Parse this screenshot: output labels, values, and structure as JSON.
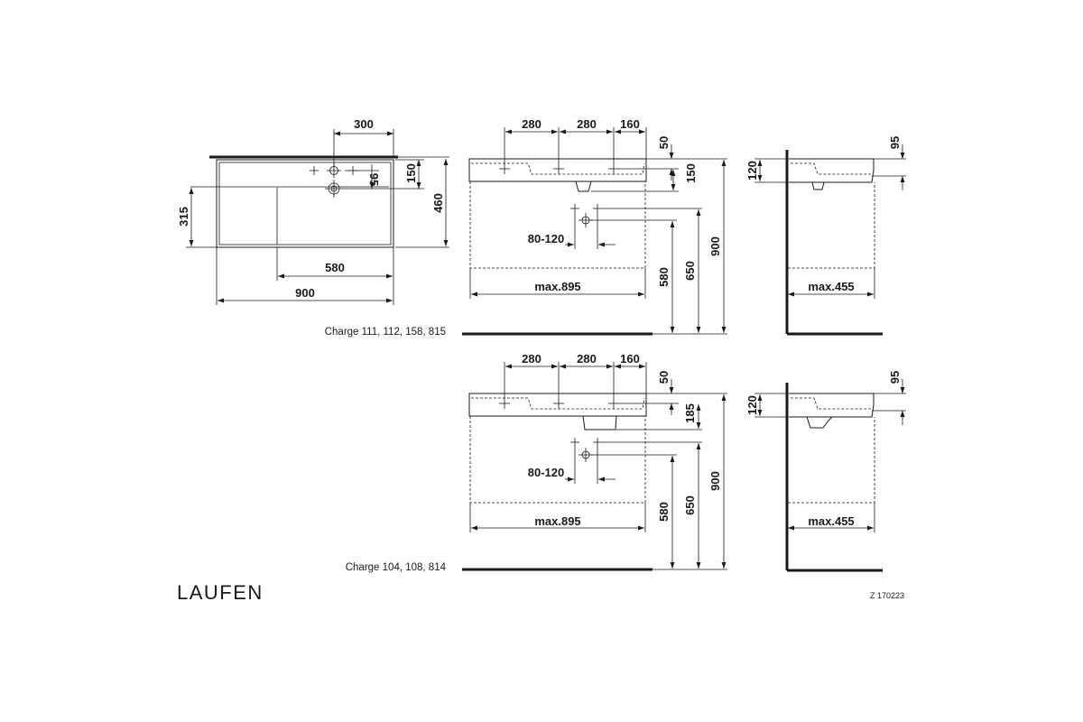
{
  "brand": "LAUFEN",
  "drawing_code": "Z 170223",
  "plan": {
    "d300": "300",
    "d150": "150",
    "d95": "95",
    "d460": "460",
    "d315": "315",
    "d580": "580",
    "d900": "900"
  },
  "front1": {
    "caption": "Charge 111, 112, 158, 815",
    "d280a": "280",
    "d280b": "280",
    "d160": "160",
    "d50": "50",
    "d150": "150",
    "d80_120": "80-120",
    "dmax895": "max.895",
    "d580": "580",
    "d650": "650",
    "d900": "900"
  },
  "side1": {
    "d120": "120",
    "d95": "95",
    "dmax455": "max.455"
  },
  "front2": {
    "caption": "Charge 104, 108, 814",
    "d280a": "280",
    "d280b": "280",
    "d160": "160",
    "d50": "50",
    "d185": "185",
    "d80_120": "80-120",
    "dmax895": "max.895",
    "d580": "580",
    "d650": "650",
    "d900": "900"
  },
  "side2": {
    "d120": "120",
    "d95": "95",
    "dmax455": "max.455"
  }
}
